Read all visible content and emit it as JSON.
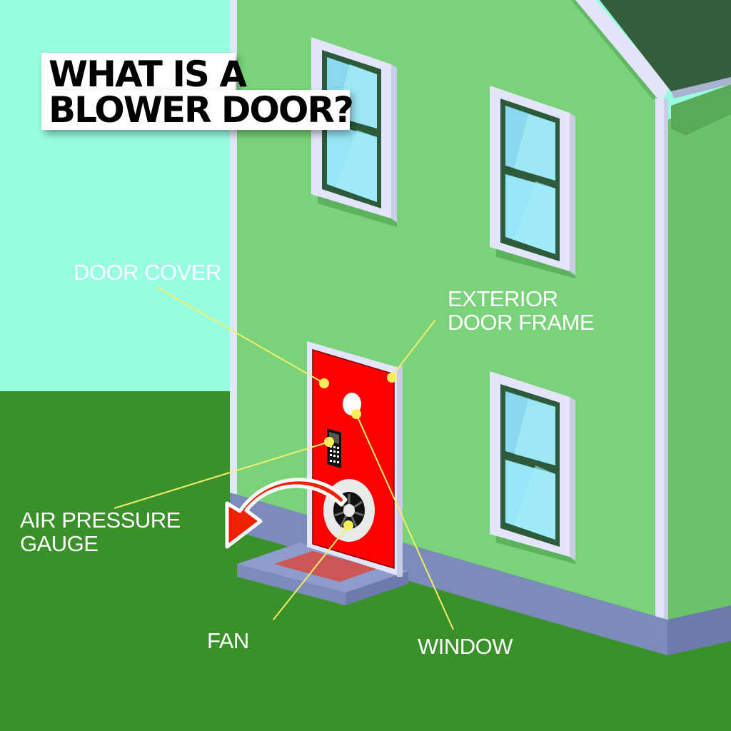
{
  "title": {
    "line1": "WHAT IS A",
    "line2": "BLOWER DOOR?"
  },
  "callouts": {
    "door_cover": "DOOR COVER",
    "exterior_door_frame_line1": "EXTERIOR",
    "exterior_door_frame_line2": "DOOR FRAME",
    "air_pressure_gauge_line1": "AIR PRESSURE",
    "air_pressure_gauge_line2": "GAUGE",
    "fan": "FAN",
    "window": "WINDOW"
  },
  "colors": {
    "sky": "#98fee0",
    "grass": "#3a9129",
    "wall_front": "#7ad37a",
    "wall_side": "#6cc26b",
    "roof": "#355c3c",
    "trim": "#e3e6fa",
    "foundation": "#7b8bba",
    "door_cover": "#ff0000",
    "callout_dot": "#f6ef5a",
    "callout_line": "#f2ee6a",
    "window_glass": "#96e6f7",
    "window_frame": "#2c5a3a"
  }
}
